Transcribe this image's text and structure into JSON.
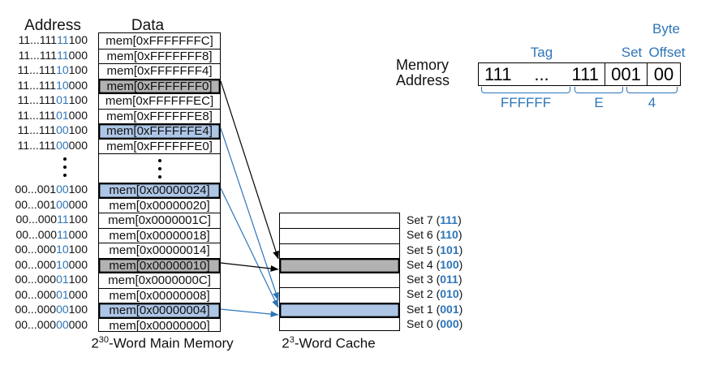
{
  "memory": {
    "address_header": "Address",
    "data_header": "Data",
    "caption": {
      "base": "2",
      "exp": "30",
      "rest": "-Word Main Memory"
    },
    "rows_top": [
      {
        "addr": [
          "11...111",
          "11",
          "100"
        ],
        "data": "mem[0xFFFFFFFC]",
        "hl": ""
      },
      {
        "addr": [
          "11...111",
          "11",
          "000"
        ],
        "data": "mem[0xFFFFFFF8]",
        "hl": ""
      },
      {
        "addr": [
          "11...111",
          "10",
          "100"
        ],
        "data": "mem[0xFFFFFFF4]",
        "hl": ""
      },
      {
        "addr": [
          "11...111",
          "10",
          "000"
        ],
        "data": "mem[0xFFFFFFF0]",
        "hl": "gray"
      },
      {
        "addr": [
          "11...111",
          "01",
          "100"
        ],
        "data": "mem[0xFFFFFFEC]",
        "hl": ""
      },
      {
        "addr": [
          "11...111",
          "01",
          "000"
        ],
        "data": "mem[0xFFFFFFE8]",
        "hl": ""
      },
      {
        "addr": [
          "11...111",
          "00",
          "100"
        ],
        "data": "mem[0xFFFFFFE4]",
        "hl": "blue"
      },
      {
        "addr": [
          "11...111",
          "00",
          "000"
        ],
        "data": "mem[0xFFFFFFE0]",
        "hl": ""
      }
    ],
    "rows_bottom": [
      {
        "addr": [
          "00...001",
          "00",
          "100"
        ],
        "data": "mem[0x00000024]",
        "hl": "blue"
      },
      {
        "addr": [
          "00...001",
          "00",
          "000"
        ],
        "data": "mem[0x00000020]",
        "hl": ""
      },
      {
        "addr": [
          "00...000",
          "11",
          "100"
        ],
        "data": "mem[0x0000001C]",
        "hl": ""
      },
      {
        "addr": [
          "00...000",
          "11",
          "000"
        ],
        "data": "mem[0x00000018]",
        "hl": ""
      },
      {
        "addr": [
          "00...000",
          "10",
          "100"
        ],
        "data": "mem[0x00000014]",
        "hl": ""
      },
      {
        "addr": [
          "00...000",
          "10",
          "000"
        ],
        "data": "mem[0x00000010]",
        "hl": "gray"
      },
      {
        "addr": [
          "00...000",
          "01",
          "100"
        ],
        "data": "mem[0x0000000C]",
        "hl": ""
      },
      {
        "addr": [
          "00...000",
          "01",
          "000"
        ],
        "data": "mem[0x00000008]",
        "hl": ""
      },
      {
        "addr": [
          "00...000",
          "00",
          "100"
        ],
        "data": "mem[0x00000004]",
        "hl": "blue"
      },
      {
        "addr": [
          "00...000",
          "00",
          "000"
        ],
        "data": "mem[0x00000000]",
        "hl": ""
      }
    ]
  },
  "cache": {
    "caption": {
      "base": "2",
      "exp": "3",
      "rest": "-Word Cache"
    },
    "sets": [
      {
        "pre": "Set 7 (",
        "bits": "111",
        "post": ")",
        "hl": ""
      },
      {
        "pre": "Set 6 (",
        "bits": "110",
        "post": ")",
        "hl": ""
      },
      {
        "pre": "Set 5 (",
        "bits": "101",
        "post": ")",
        "hl": ""
      },
      {
        "pre": "Set 4 (",
        "bits": "100",
        "post": ")",
        "hl": "gray"
      },
      {
        "pre": "Set 3 (",
        "bits": "011",
        "post": ")",
        "hl": ""
      },
      {
        "pre": "Set 2 (",
        "bits": "010",
        "post": ")",
        "hl": ""
      },
      {
        "pre": "Set 1 (",
        "bits": "001",
        "post": ")",
        "hl": "blue"
      },
      {
        "pre": "Set 0 (",
        "bits": "000",
        "post": ")",
        "hl": ""
      }
    ]
  },
  "breakdown": {
    "label_line1": "Memory",
    "label_line2": "Address",
    "byte_label": "Byte",
    "tag_label": "Tag",
    "set_label": "Set",
    "offset_label": "Offset",
    "tag_left": "111",
    "tag_dots": "...",
    "tag_right": "111",
    "set_bits": "001",
    "offset_bits": "00",
    "hex_tag": "FFFFFF",
    "hex_mid": "E",
    "hex_low": "4"
  },
  "arrows": [
    {
      "from": "mem[0xFFFFFFF0]",
      "to": "Set 4",
      "color": "black"
    },
    {
      "from": "mem[0xFFFFFFE4]",
      "to": "Set 1",
      "color": "blue"
    },
    {
      "from": "mem[0x00000024]",
      "to": "Set 1",
      "color": "blue"
    },
    {
      "from": "mem[0x00000010]",
      "to": "Set 4",
      "color": "black"
    },
    {
      "from": "mem[0x00000004]",
      "to": "Set 1",
      "color": "blue"
    }
  ],
  "colors": {
    "blue": "#2e75b8",
    "light_blue_fill": "#aec6e6",
    "gray_fill": "#b2b2b2",
    "black": "#000000"
  }
}
